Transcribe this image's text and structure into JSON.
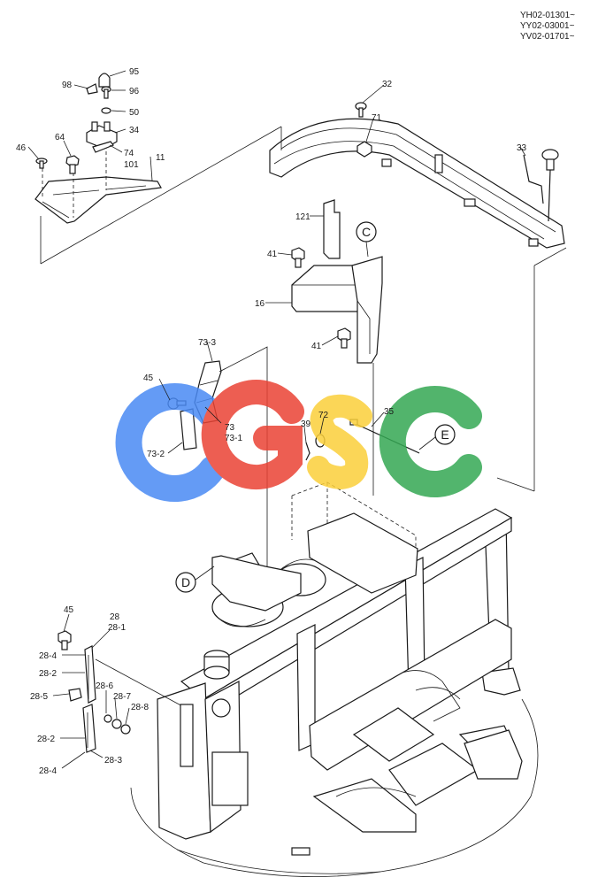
{
  "serial_numbers": [
    "YH02-01301~",
    "YY02-03001~",
    "YV02-01701~"
  ],
  "watermark": {
    "text": "CGSC",
    "letters": [
      {
        "char": "C",
        "color": "#4a8af4"
      },
      {
        "char": "G",
        "color": "#ea4335"
      },
      {
        "char": "S",
        "color": "#fbcf3a"
      },
      {
        "char": "C",
        "color": "#34a853"
      }
    ]
  },
  "detail_markers": {
    "c": "C",
    "d": "D",
    "e": "E"
  },
  "callouts": {
    "p95": "95",
    "p98": "98",
    "p96": "96",
    "p50": "50",
    "p34": "34",
    "p46": "46",
    "p64": "64",
    "p74": "74",
    "p101": "101",
    "p11": "11",
    "p32": "32",
    "p71": "71",
    "p33": "33",
    "p121": "121",
    "p41a": "41",
    "p16": "16",
    "p41b": "41",
    "p73_3": "73-3",
    "p45a": "45",
    "p73": "73",
    "p73_1": "73-1",
    "p73_2": "73-2",
    "p39": "39",
    "p72": "72",
    "p35": "35",
    "p45b": "45",
    "p28": "28",
    "p28_1": "28-1",
    "p28_4a": "28-4",
    "p28_2a": "28-2",
    "p28_5": "28-5",
    "p28_6": "28-6",
    "p28_7": "28-7",
    "p28_8": "28-8",
    "p28_2b": "28-2",
    "p28_3": "28-3",
    "p28_4b": "28-4"
  }
}
